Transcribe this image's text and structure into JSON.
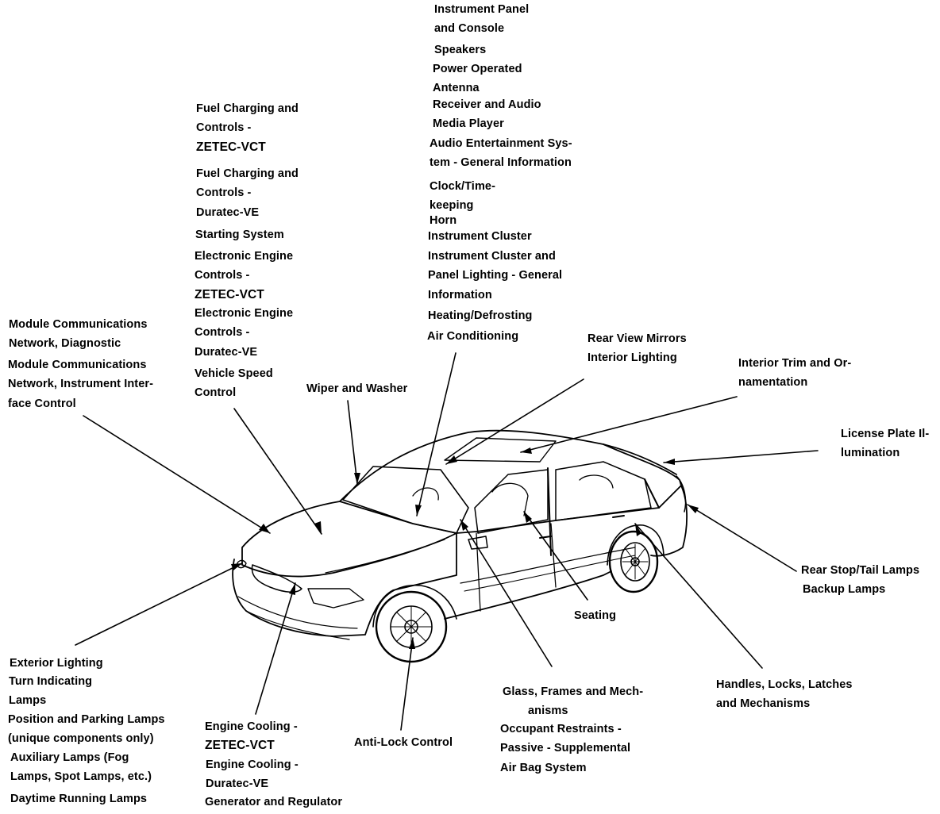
{
  "callouts": {
    "instrument_panel": [
      "Instrument Panel",
      "and Console"
    ],
    "speakers": [
      "Speakers"
    ],
    "antenna": [
      "Power Operated",
      "Antenna"
    ],
    "receiver": [
      "Receiver and Audio",
      "Media Player"
    ],
    "audio_general": [
      "Audio Entertainment Sys-",
      "tem - General Information"
    ],
    "clock": [
      "Clock/Time-",
      "keeping"
    ],
    "horn": [
      "Horn"
    ],
    "cluster": [
      "Instrument Cluster"
    ],
    "cluster_lighting": [
      "Instrument Cluster and",
      "Panel Lighting - General",
      "Information"
    ],
    "heating": [
      "Heating/Defrosting"
    ],
    "air_conditioning": [
      "Air Conditioning"
    ],
    "fuel_zetec": [
      "Fuel Charging and",
      "Controls -",
      "ZETEC-VCT"
    ],
    "fuel_duratec": [
      "Fuel Charging and",
      "Controls -",
      "Duratec-VE"
    ],
    "starting": [
      "Starting System"
    ],
    "eec_zetec": [
      "Electronic Engine",
      "Controls -",
      "ZETEC-VCT"
    ],
    "eec_duratec": [
      "Electronic Engine",
      "Controls -",
      "Duratec-VE"
    ],
    "vehicle_speed": [
      "Vehicle Speed",
      "Control"
    ],
    "module_diag": [
      "Module Communications",
      "Network, Diagnostic"
    ],
    "module_instr": [
      "Module Communications",
      "Network, Instrument Inter-",
      "face Control"
    ],
    "wiper": [
      "Wiper and Washer"
    ],
    "mirrors": [
      "Rear View Mirrors"
    ],
    "interior_lighting": [
      "Interior Lighting"
    ],
    "interior_trim": [
      "Interior Trim and Or-",
      "namentation"
    ],
    "license_plate": [
      "License Plate Il-",
      "lumination"
    ],
    "rear_lamps": [
      "Rear Stop/Tail Lamps"
    ],
    "backup_lamps": [
      "Backup Lamps"
    ],
    "seating": [
      "Seating"
    ],
    "handles": [
      "Handles, Locks, Latches",
      "and Mechanisms"
    ],
    "glass": [
      "Glass, Frames and Mech-",
      "anisms"
    ],
    "restraints": [
      "Occupant Restraints -",
      "Passive - Supplemental",
      "Air Bag System"
    ],
    "abs": [
      "Anti-Lock Control"
    ],
    "engine_cooling_zetec": [
      "Engine Cooling -",
      "ZETEC-VCT"
    ],
    "engine_cooling_duratec": [
      "Engine Cooling -",
      "Duratec-VE"
    ],
    "generator": [
      "Generator and Regulator"
    ],
    "exterior_lighting": [
      "Exterior Lighting"
    ],
    "turn_lamps": [
      "Turn Indicating",
      "Lamps"
    ],
    "position_lamps": [
      "Position and Parking Lamps",
      "(unique components only)"
    ],
    "aux_lamps": [
      "Auxiliary Lamps (Fog",
      "Lamps, Spot Lamps, etc.)"
    ],
    "daytime_lamps": [
      "Daytime Running Lamps"
    ]
  }
}
